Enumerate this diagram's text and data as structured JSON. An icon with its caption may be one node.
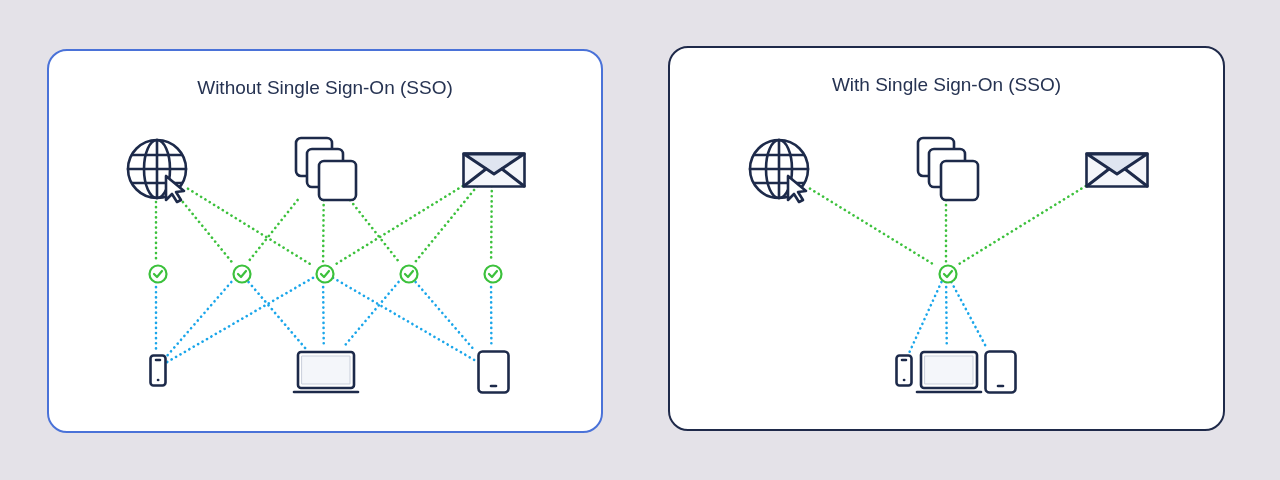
{
  "diagram": {
    "nodes": [
      {
        "text": [
          "Without Single Sign-On (SSO)"
        ]
      },
      {
        "text": [],
        "shape": "picture",
        "in": 0
      },
      {
        "text": [],
        "shape": "picture",
        "in": 0
      },
      {
        "text": [],
        "shape": "picture",
        "in": 0
      },
      {
        "text": [],
        "shape": "circle",
        "in": 0
      },
      {
        "text": [],
        "shape": "circle",
        "in": 0
      },
      {
        "text": [],
        "shape": "circle",
        "in": 0
      },
      {
        "text": [],
        "shape": "circle",
        "in": 0
      },
      {
        "text": [],
        "shape": "circle",
        "in": 0
      },
      {
        "text": [],
        "shape": "picture",
        "in": 0
      },
      {
        "text": [],
        "shape": "picture",
        "in": 0
      },
      {
        "text": [],
        "shape": "picture",
        "in": 0
      },
      {
        "text": [
          "With Single Sign-On (SSO)"
        ]
      },
      {
        "text": [],
        "shape": "picture",
        "in": 12
      },
      {
        "text": [],
        "shape": "picture",
        "in": 12
      },
      {
        "text": [],
        "shape": "picture",
        "in": 12
      },
      {
        "text": [],
        "shape": "circle",
        "in": 12
      },
      {
        "text": [],
        "shape": "picture",
        "in": 12
      },
      {
        "text": [],
        "shape": "picture",
        "in": 12
      },
      {
        "text": [],
        "shape": "picture",
        "in": 12
      }
    ],
    "edges": [
      {
        "from": 1,
        "to": 4,
        "arrow": "none",
        "style": "dashed",
        "color": "#3cc13c"
      },
      {
        "from": 1,
        "to": 5,
        "arrow": "none",
        "style": "dashed",
        "color": "#3cc13c"
      },
      {
        "from": 1,
        "to": 6,
        "arrow": "none",
        "style": "dashed",
        "color": "#3cc13c"
      },
      {
        "from": 2,
        "to": 5,
        "arrow": "none",
        "style": "dashed",
        "color": "#3cc13c"
      },
      {
        "from": 2,
        "to": 6,
        "arrow": "none",
        "style": "dashed",
        "color": "#3cc13c"
      },
      {
        "from": 2,
        "to": 7,
        "arrow": "none",
        "style": "dashed",
        "color": "#3cc13c"
      },
      {
        "from": 3,
        "to": 6,
        "arrow": "none",
        "style": "dashed",
        "color": "#3cc13c"
      },
      {
        "from": 3,
        "to": 7,
        "arrow": "none",
        "style": "dashed",
        "color": "#3cc13c"
      },
      {
        "from": 3,
        "to": 8,
        "arrow": "none",
        "style": "dashed",
        "color": "#3cc13c"
      },
      {
        "from": 4,
        "to": 9,
        "arrow": "none",
        "style": "dashed",
        "color": "#1aa6ea"
      },
      {
        "from": 5,
        "to": 9,
        "arrow": "none",
        "style": "dashed",
        "color": "#1aa6ea"
      },
      {
        "from": 5,
        "to": 10,
        "arrow": "none",
        "style": "dashed",
        "color": "#1aa6ea"
      },
      {
        "from": 6,
        "to": 9,
        "arrow": "none",
        "style": "dashed",
        "color": "#1aa6ea"
      },
      {
        "from": 6,
        "to": 10,
        "arrow": "none",
        "style": "dashed",
        "color": "#1aa6ea"
      },
      {
        "from": 6,
        "to": 11,
        "arrow": "none",
        "style": "dashed",
        "color": "#1aa6ea"
      },
      {
        "from": 7,
        "to": 10,
        "arrow": "none",
        "style": "dashed",
        "color": "#1aa6ea"
      },
      {
        "from": 7,
        "to": 11,
        "arrow": "none",
        "style": "dashed",
        "color": "#1aa6ea"
      },
      {
        "from": 8,
        "to": 11,
        "arrow": "none",
        "style": "dashed",
        "color": "#1aa6ea"
      },
      {
        "from": 13,
        "to": 16,
        "arrow": "none",
        "style": "dashed",
        "color": "#3cc13c"
      },
      {
        "from": 14,
        "to": 16,
        "arrow": "none",
        "style": "dashed",
        "color": "#3cc13c"
      },
      {
        "from": 15,
        "to": 16,
        "arrow": "none",
        "style": "dashed",
        "color": "#3cc13c"
      },
      {
        "from": 16,
        "to": 17,
        "arrow": "none",
        "style": "dashed",
        "color": "#1aa6ea"
      },
      {
        "from": 16,
        "to": 18,
        "arrow": "none",
        "style": "dashed",
        "color": "#1aa6ea"
      },
      {
        "from": 16,
        "to": 19,
        "arrow": "none",
        "style": "dashed",
        "color": "#1aa6ea"
      }
    ]
  }
}
